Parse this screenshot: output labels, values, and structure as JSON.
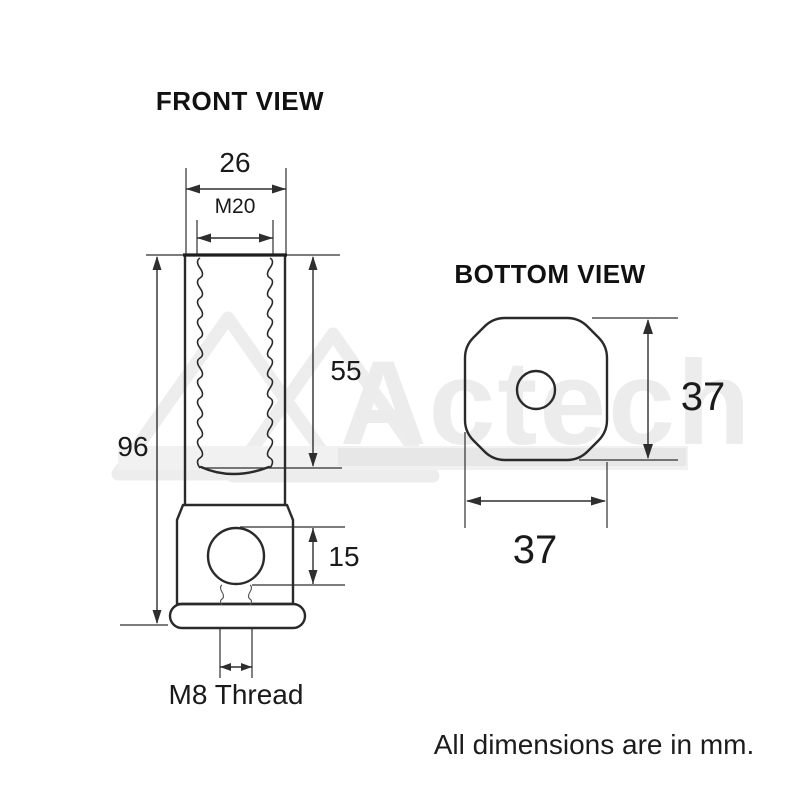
{
  "front_view": {
    "title": "FRONT VIEW",
    "dimensions": {
      "top_width": "26",
      "thread_spec": "M20",
      "thread_length": "55",
      "overall_height": "96",
      "side_hole": "15",
      "base_thread": "M8 Thread"
    }
  },
  "bottom_view": {
    "title": "BOTTOM VIEW",
    "dimensions": {
      "height": "37",
      "width": "37"
    }
  },
  "watermark": {
    "brand": "Actech"
  },
  "footer": {
    "note": "All dimensions are in mm."
  },
  "colors": {
    "background": "#ffffff",
    "line": "#2a2a2a",
    "text": "#1a1a1a",
    "watermark": "#ececec"
  }
}
